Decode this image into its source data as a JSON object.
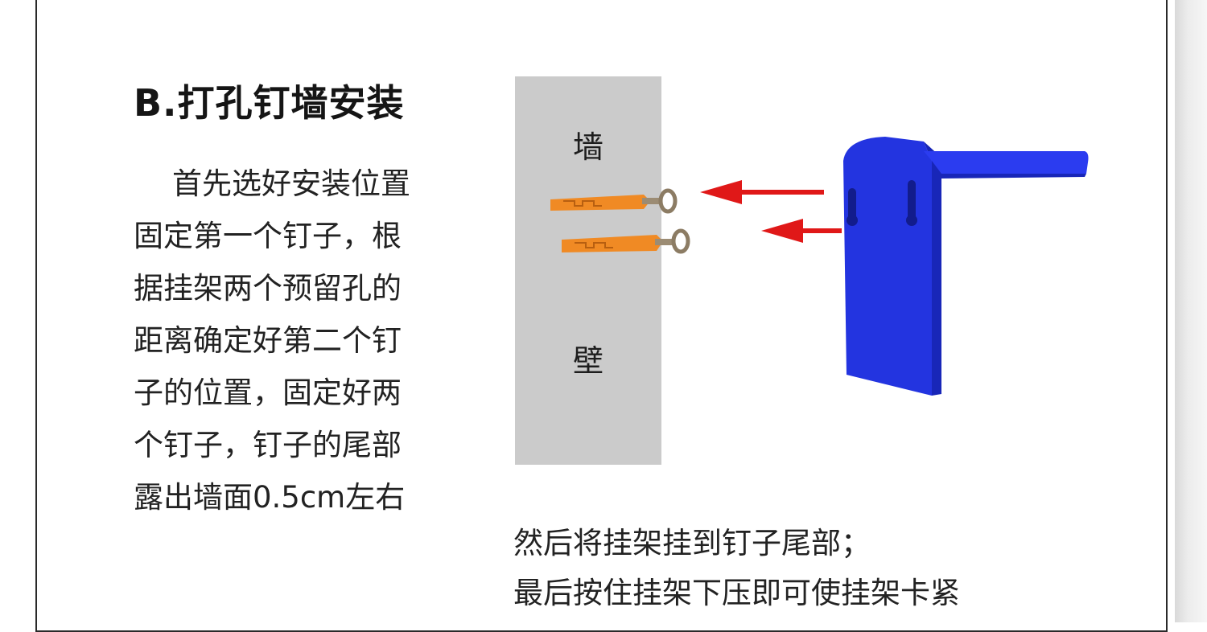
{
  "heading": "B.打孔钉墙安装",
  "description_lines": [
    "首先选好安装位置",
    "固定第一个钉子，根",
    "据挂架两个预留孔的",
    "距离确定好第二个钉",
    "子的位置，固定好两",
    "个钉子，钉子的尾部",
    "露出墙面0.5cm左右"
  ],
  "wall_label_top": "墙",
  "wall_label_bottom": "壁",
  "captions": [
    "然后将挂架挂到钉子尾部；",
    "最后按住挂架下压即可使挂架卡紧"
  ],
  "colors": {
    "wall": "#cbcbcb",
    "anchor": "#f08a24",
    "bracket": "#2334e0",
    "arrow": "#e01818"
  }
}
